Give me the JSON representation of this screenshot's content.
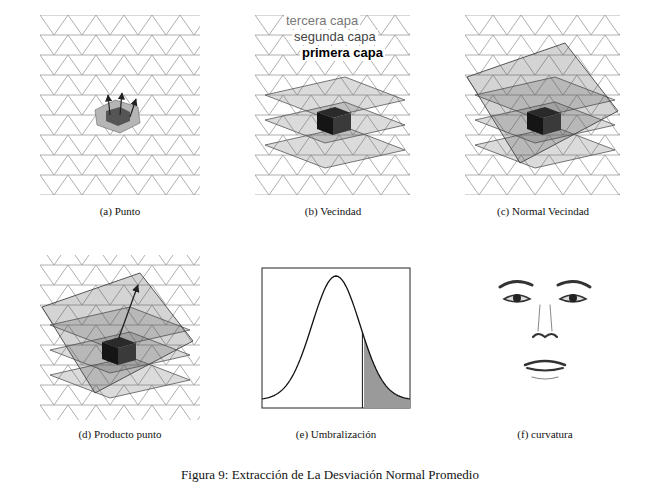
{
  "diagram": {
    "caption": "Figura 9: Extracción de La Desviación Normal Promedio",
    "labels": [
      "tercera capa",
      "segunda capa",
      "primera capa",
      "(a) Punto",
      "(b) Vecindad",
      "(c) Normal Vecindad",
      "(d) Producto punto",
      "(e) Umbralización",
      "(f) curvatura"
    ]
  }
}
